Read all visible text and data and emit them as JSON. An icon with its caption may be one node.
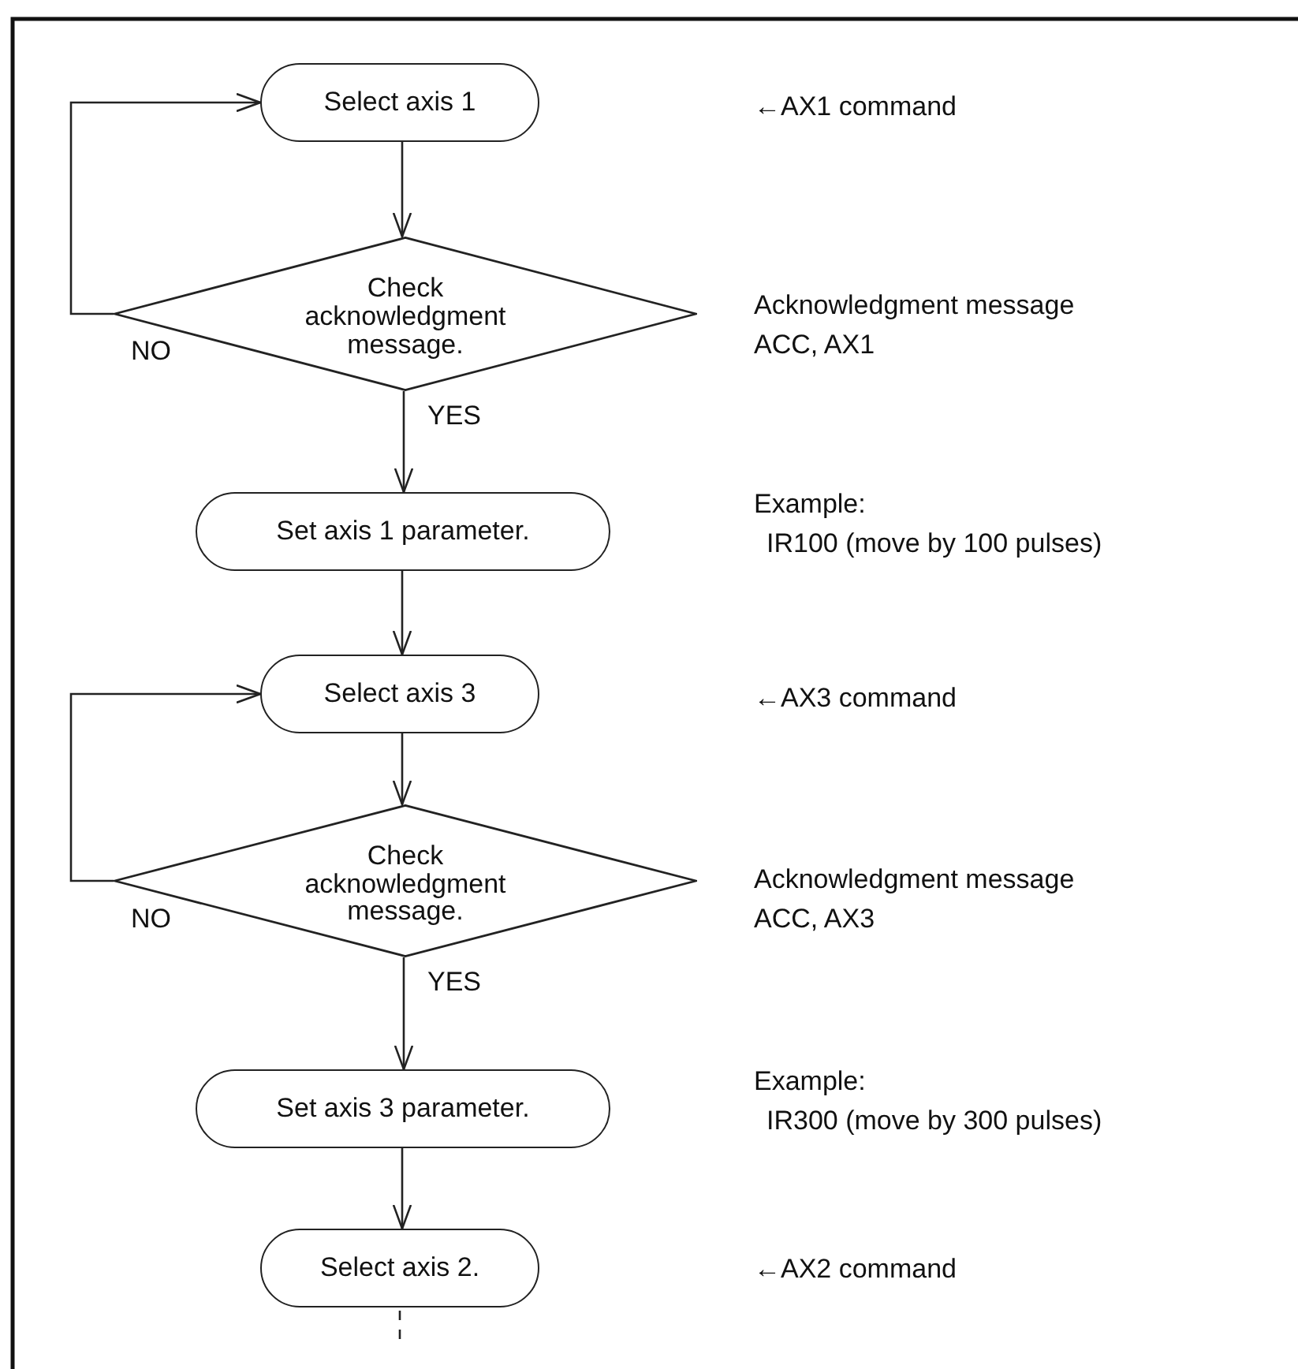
{
  "diagram": {
    "nodes": [
      {
        "text": [
          "Select axis 1"
        ]
      },
      {
        "text": [
          "Check acknowledgment message."
        ]
      },
      {
        "text": [
          "Set axis 1 parameter."
        ]
      },
      {
        "text": [
          "Select axis 3"
        ]
      },
      {
        "text": [
          "Check acknowledgment message."
        ]
      },
      {
        "text": [
          "Set axis 3 parameter."
        ]
      },
      {
        "text": [
          "Select axis 2."
        ]
      }
    ],
    "edges": [
      {
        "from": 0,
        "to": 1,
        "arrow": "to"
      },
      {
        "from": 1,
        "to": 2,
        "arrow": "to",
        "label": "YES"
      },
      {
        "from": 1,
        "to": 0,
        "arrow": "to",
        "label": "NO"
      },
      {
        "from": 2,
        "to": 3,
        "arrow": "to"
      },
      {
        "from": 3,
        "to": 4,
        "arrow": "to"
      },
      {
        "from": 4,
        "to": 5,
        "arrow": "to",
        "label": "YES"
      },
      {
        "from": 4,
        "to": 3,
        "arrow": "to",
        "label": "NO"
      },
      {
        "from": 5,
        "to": 6,
        "arrow": "to"
      },
      {
        "from": 6,
        "to": null,
        "arrow": "none",
        "style": "dashed"
      }
    ],
    "labels": [
      "←AX1 command",
      "Acknowledgment message",
      "ACC, AX1",
      "Example:",
      "IR100 (move by 100 pulses)",
      "←AX3 command",
      "Acknowledgment message",
      "ACC, AX3",
      "Example:",
      "IR300 (move by 300 pulses)",
      "←AX2 command"
    ]
  }
}
